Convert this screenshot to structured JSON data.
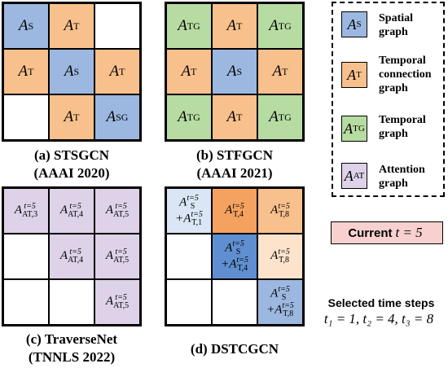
{
  "colors": {
    "spatial": "#9cb8e0",
    "temporal_connection": "#f8c08c",
    "temporal": "#b6dca2",
    "attention": "#ddd2e8",
    "light_blue": "#dae6f5",
    "mid_blue": "#5f8fd0",
    "light_orange": "#fde3cc",
    "dark_orange": "#f5a160",
    "current_bg": "#f8d0d0"
  },
  "panels": {
    "a": {
      "caption_line1": "(a) STSGCN",
      "caption_line2": "(AAAI 2020)"
    },
    "b": {
      "caption_line1": "(b) STFGCN",
      "caption_line2": "(AAAI 2021)"
    },
    "c": {
      "caption_line1": "(c) TraverseNet",
      "caption_line2": "(TNNLS 2022)"
    },
    "d": {
      "caption_line1": "(d) DSTCGCN"
    }
  },
  "cells": {
    "A": "A",
    "sub_S": "S",
    "sub_T": "T",
    "sub_SG": "SG",
    "sub_TG": "TG",
    "sup_t5": "t=5",
    "sub_AT3": "AT,3",
    "sub_AT4": "AT,4",
    "sub_AT5": "AT,5",
    "sub_T1": "T,1",
    "sub_T4": "T,4",
    "sub_T8": "T,8",
    "plus": "+"
  },
  "legend": {
    "spatial": "Spatial graph",
    "temporal_connection": "Temporal connection graph",
    "temporal": "Temporal graph",
    "attention": "Attention graph"
  },
  "current": {
    "label": "Current",
    "expr": "t = 5"
  },
  "selected": {
    "title": "Selected time steps",
    "values": "t₁ = 1, t₂ = 4, t₃ = 8"
  }
}
